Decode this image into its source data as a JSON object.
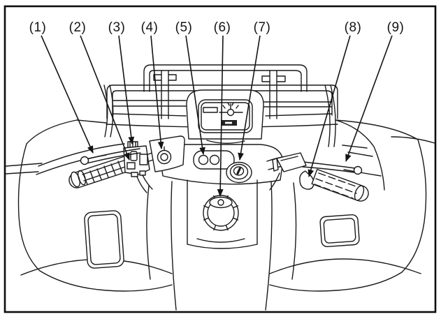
{
  "page": {
    "background": "#ffffff"
  },
  "figure": {
    "type": "line-art-technical-illustration",
    "subject": "ATV handlebar and control area, rider's view, with numbered part callouts",
    "line_color": "#1a1a1a",
    "frame_color": "#000000",
    "callouts": [
      {
        "label": "(1)"
      },
      {
        "label": "(2)"
      },
      {
        "label": "(3)"
      },
      {
        "label": "(4)"
      },
      {
        "label": "(5)"
      },
      {
        "label": "(6)"
      },
      {
        "label": "(7)"
      },
      {
        "label": "(8)"
      },
      {
        "label": "(9)"
      }
    ]
  }
}
